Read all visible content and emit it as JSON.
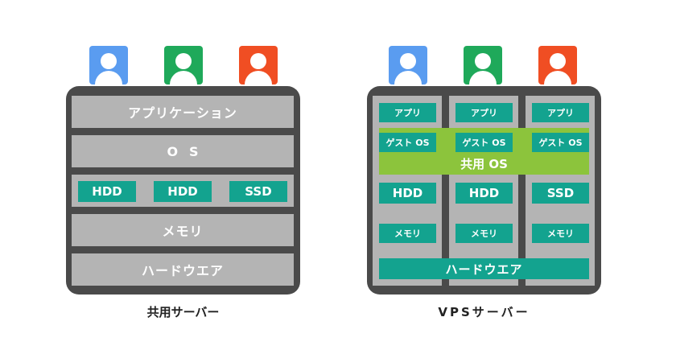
{
  "colors": {
    "user_blue": "#5a9cf0",
    "user_green": "#1fa95a",
    "user_red": "#f04e23",
    "frame": "#4a4a4a",
    "layer": "#b4b4b4",
    "chip": "#13a38f",
    "shared_os": "#8cc43c"
  },
  "shared_server": {
    "caption": "共用サーバー",
    "layers": {
      "app": "アプリケーション",
      "os": "OS",
      "storage": [
        "HDD",
        "HDD",
        "SSD"
      ],
      "memory": "メモリ",
      "hardware": "ハードウエア"
    }
  },
  "vps_server": {
    "caption": "VPSサーバー",
    "app": "アプリ",
    "guest_os": "ゲスト OS",
    "shared_os": "共用 OS",
    "storage": [
      "HDD",
      "HDD",
      "SSD"
    ],
    "memory": "メモリ",
    "hardware": "ハードウエア"
  }
}
